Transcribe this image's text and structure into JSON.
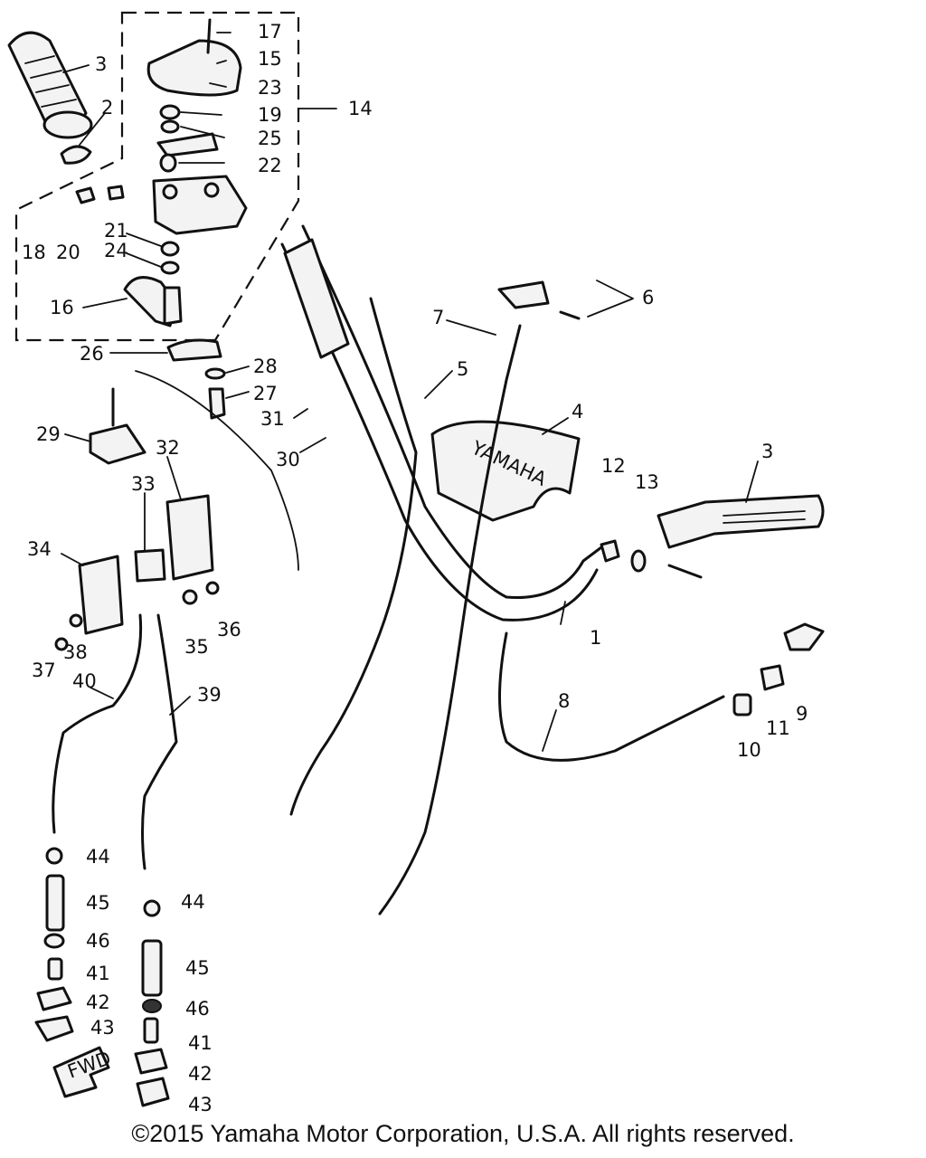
{
  "callouts": [
    {
      "id": "1",
      "text": "1"
    },
    {
      "id": "2",
      "text": "2"
    },
    {
      "id": "3a",
      "text": "3"
    },
    {
      "id": "3b",
      "text": "3"
    },
    {
      "id": "4",
      "text": "4"
    },
    {
      "id": "5",
      "text": "5"
    },
    {
      "id": "6",
      "text": "6"
    },
    {
      "id": "7",
      "text": "7"
    },
    {
      "id": "8",
      "text": "8"
    },
    {
      "id": "9",
      "text": "9"
    },
    {
      "id": "10",
      "text": "10"
    },
    {
      "id": "11",
      "text": "11"
    },
    {
      "id": "12",
      "text": "12"
    },
    {
      "id": "13",
      "text": "13"
    },
    {
      "id": "14",
      "text": "14"
    },
    {
      "id": "15",
      "text": "15"
    },
    {
      "id": "16",
      "text": "16"
    },
    {
      "id": "17",
      "text": "17"
    },
    {
      "id": "18",
      "text": "18"
    },
    {
      "id": "19",
      "text": "19"
    },
    {
      "id": "20",
      "text": "20"
    },
    {
      "id": "21",
      "text": "21"
    },
    {
      "id": "22",
      "text": "22"
    },
    {
      "id": "23",
      "text": "23"
    },
    {
      "id": "24",
      "text": "24"
    },
    {
      "id": "25",
      "text": "25"
    },
    {
      "id": "26",
      "text": "26"
    },
    {
      "id": "27",
      "text": "27"
    },
    {
      "id": "28",
      "text": "28"
    },
    {
      "id": "29",
      "text": "29"
    },
    {
      "id": "30",
      "text": "30"
    },
    {
      "id": "31",
      "text": "31"
    },
    {
      "id": "32",
      "text": "32"
    },
    {
      "id": "33",
      "text": "33"
    },
    {
      "id": "34",
      "text": "34"
    },
    {
      "id": "35",
      "text": "35"
    },
    {
      "id": "36",
      "text": "36"
    },
    {
      "id": "37",
      "text": "37"
    },
    {
      "id": "38",
      "text": "38"
    },
    {
      "id": "39",
      "text": "39"
    },
    {
      "id": "40",
      "text": "40"
    },
    {
      "id": "41a",
      "text": "41"
    },
    {
      "id": "41b",
      "text": "41"
    },
    {
      "id": "42a",
      "text": "42"
    },
    {
      "id": "42b",
      "text": "42"
    },
    {
      "id": "43a",
      "text": "43"
    },
    {
      "id": "43b",
      "text": "43"
    },
    {
      "id": "44a",
      "text": "44"
    },
    {
      "id": "44b",
      "text": "44"
    },
    {
      "id": "45a",
      "text": "45"
    },
    {
      "id": "45b",
      "text": "45"
    },
    {
      "id": "46a",
      "text": "46"
    },
    {
      "id": "46b",
      "text": "46"
    }
  ],
  "cover_logo": "YAMAHA",
  "fwd_arrow": "FWD",
  "copyright": "©2015 Yamaha Motor Corporation, U.S.A. All rights reserved."
}
